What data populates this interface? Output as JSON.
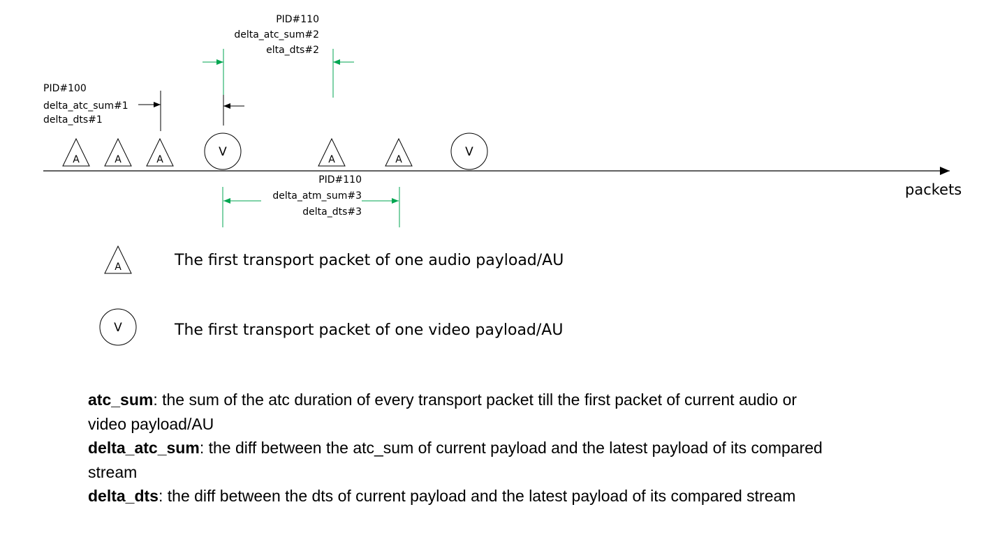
{
  "axis": {
    "label": "packets"
  },
  "markers": [
    {
      "kind": "audio",
      "letter": "A"
    },
    {
      "kind": "audio",
      "letter": "A"
    },
    {
      "kind": "audio",
      "letter": "A"
    },
    {
      "kind": "video",
      "letter": "V"
    },
    {
      "kind": "audio",
      "letter": "A"
    },
    {
      "kind": "audio",
      "letter": "A"
    },
    {
      "kind": "video",
      "letter": "V"
    }
  ],
  "annotations": {
    "a1": {
      "lines": [
        "PID#100",
        "delta_atc_sum#1",
        "delta_dts#1"
      ]
    },
    "a2": {
      "lines": [
        "PID#110",
        "delta_atc_sum#2",
        "elta_dts#2"
      ]
    },
    "a3": {
      "lines": [
        "PID#110",
        "delta_atm_sum#3",
        "delta_dts#3"
      ]
    }
  },
  "legend": {
    "audio": {
      "letter": "A",
      "text": "The first transport packet of one audio payload/AU"
    },
    "video": {
      "letter": "V",
      "text": "The first transport packet of one video payload/AU"
    }
  },
  "definitions": [
    {
      "term": "atc_sum",
      "text": ": the sum of  the atc duration of every transport packet till the first packet of current audio or video payload/AU"
    },
    {
      "term": "delta_atc_sum",
      "text": ": the diff between the atc_sum of current payload and the latest payload of its compared stream"
    },
    {
      "term": "delta_dts",
      "text": ": the diff between the dts of current payload and the latest payload of its compared stream"
    }
  ],
  "colors": {
    "black": "#000000",
    "green": "#00a651"
  }
}
